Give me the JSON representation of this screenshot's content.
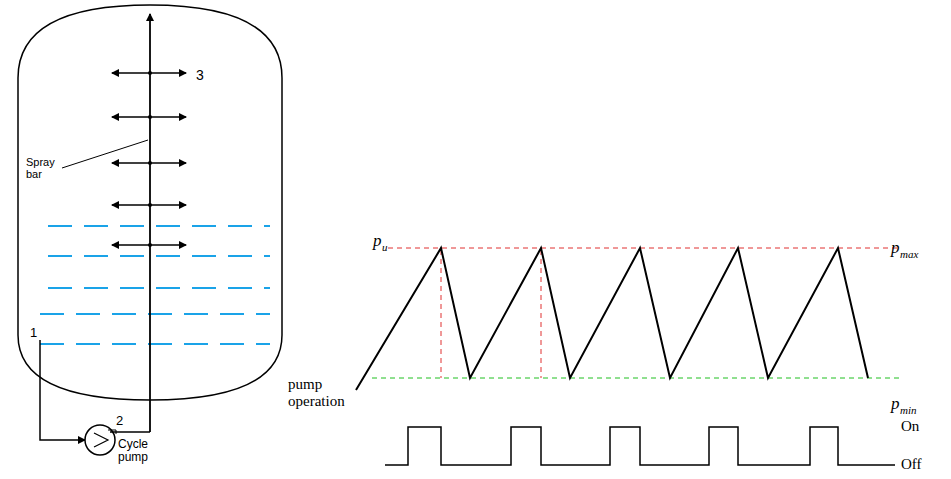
{
  "diagram": {
    "labels": [
      "3",
      "Spray bar",
      "1",
      "2",
      "Cycle pump",
      "p",
      "u",
      "p",
      "max",
      "p",
      "min",
      "pump operation",
      "On",
      "Off"
    ]
  }
}
